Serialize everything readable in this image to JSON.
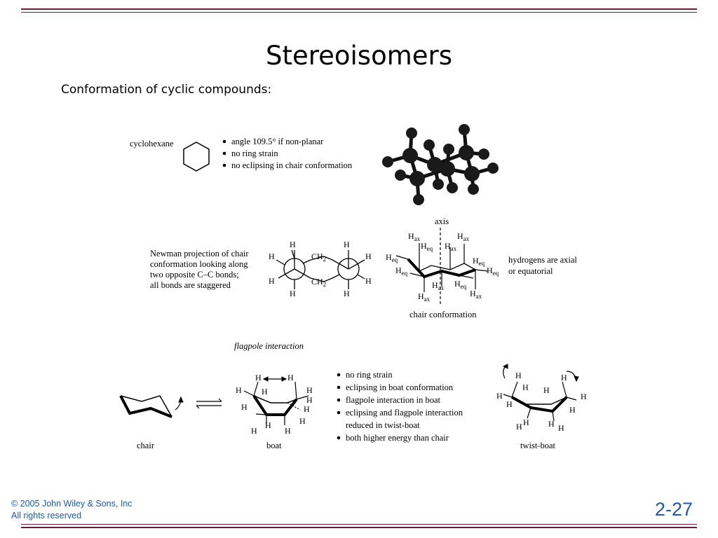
{
  "slide": {
    "title": "Stereoisomers",
    "subtitle": "Conformation of cyclic compounds:",
    "copyright_line1": "© 2005 John Wiley & Sons, Inc",
    "copyright_line2": "All rights reserved",
    "page_number": "2-27",
    "accent_color": "#6a1a3a",
    "footer_color": "#1a5aa8"
  },
  "figure": {
    "cyclohexane_label": "cyclohexane",
    "cyclohexane_bullets": [
      "angle 109.5° if non-planar",
      "no ring strain",
      "no eclipsing in chair conformation"
    ],
    "newman_caption": [
      "Newman projection of chair",
      "conformation looking along",
      "two opposite C–C bonds;",
      "all bonds are staggered"
    ],
    "axis_label": "axis",
    "chair_conformation_label": "chair conformation",
    "hydrogens_note": [
      "hydrogens are axial",
      "or equatorial"
    ],
    "flagpole_label": "flagpole interaction",
    "boat_bullets": [
      "no ring strain",
      "eclipsing in boat conformation",
      "flagpole interaction in boat",
      "eclipsing and flagpole interaction",
      "reduced in twist-boat",
      "both higher energy than chair"
    ],
    "chair_label": "chair",
    "boat_label": "boat",
    "twist_boat_label": "twist-boat",
    "atoms": {
      "H": "H",
      "CH2": "CH",
      "sub2": "2",
      "ax": "ax",
      "eq": "eq"
    }
  }
}
